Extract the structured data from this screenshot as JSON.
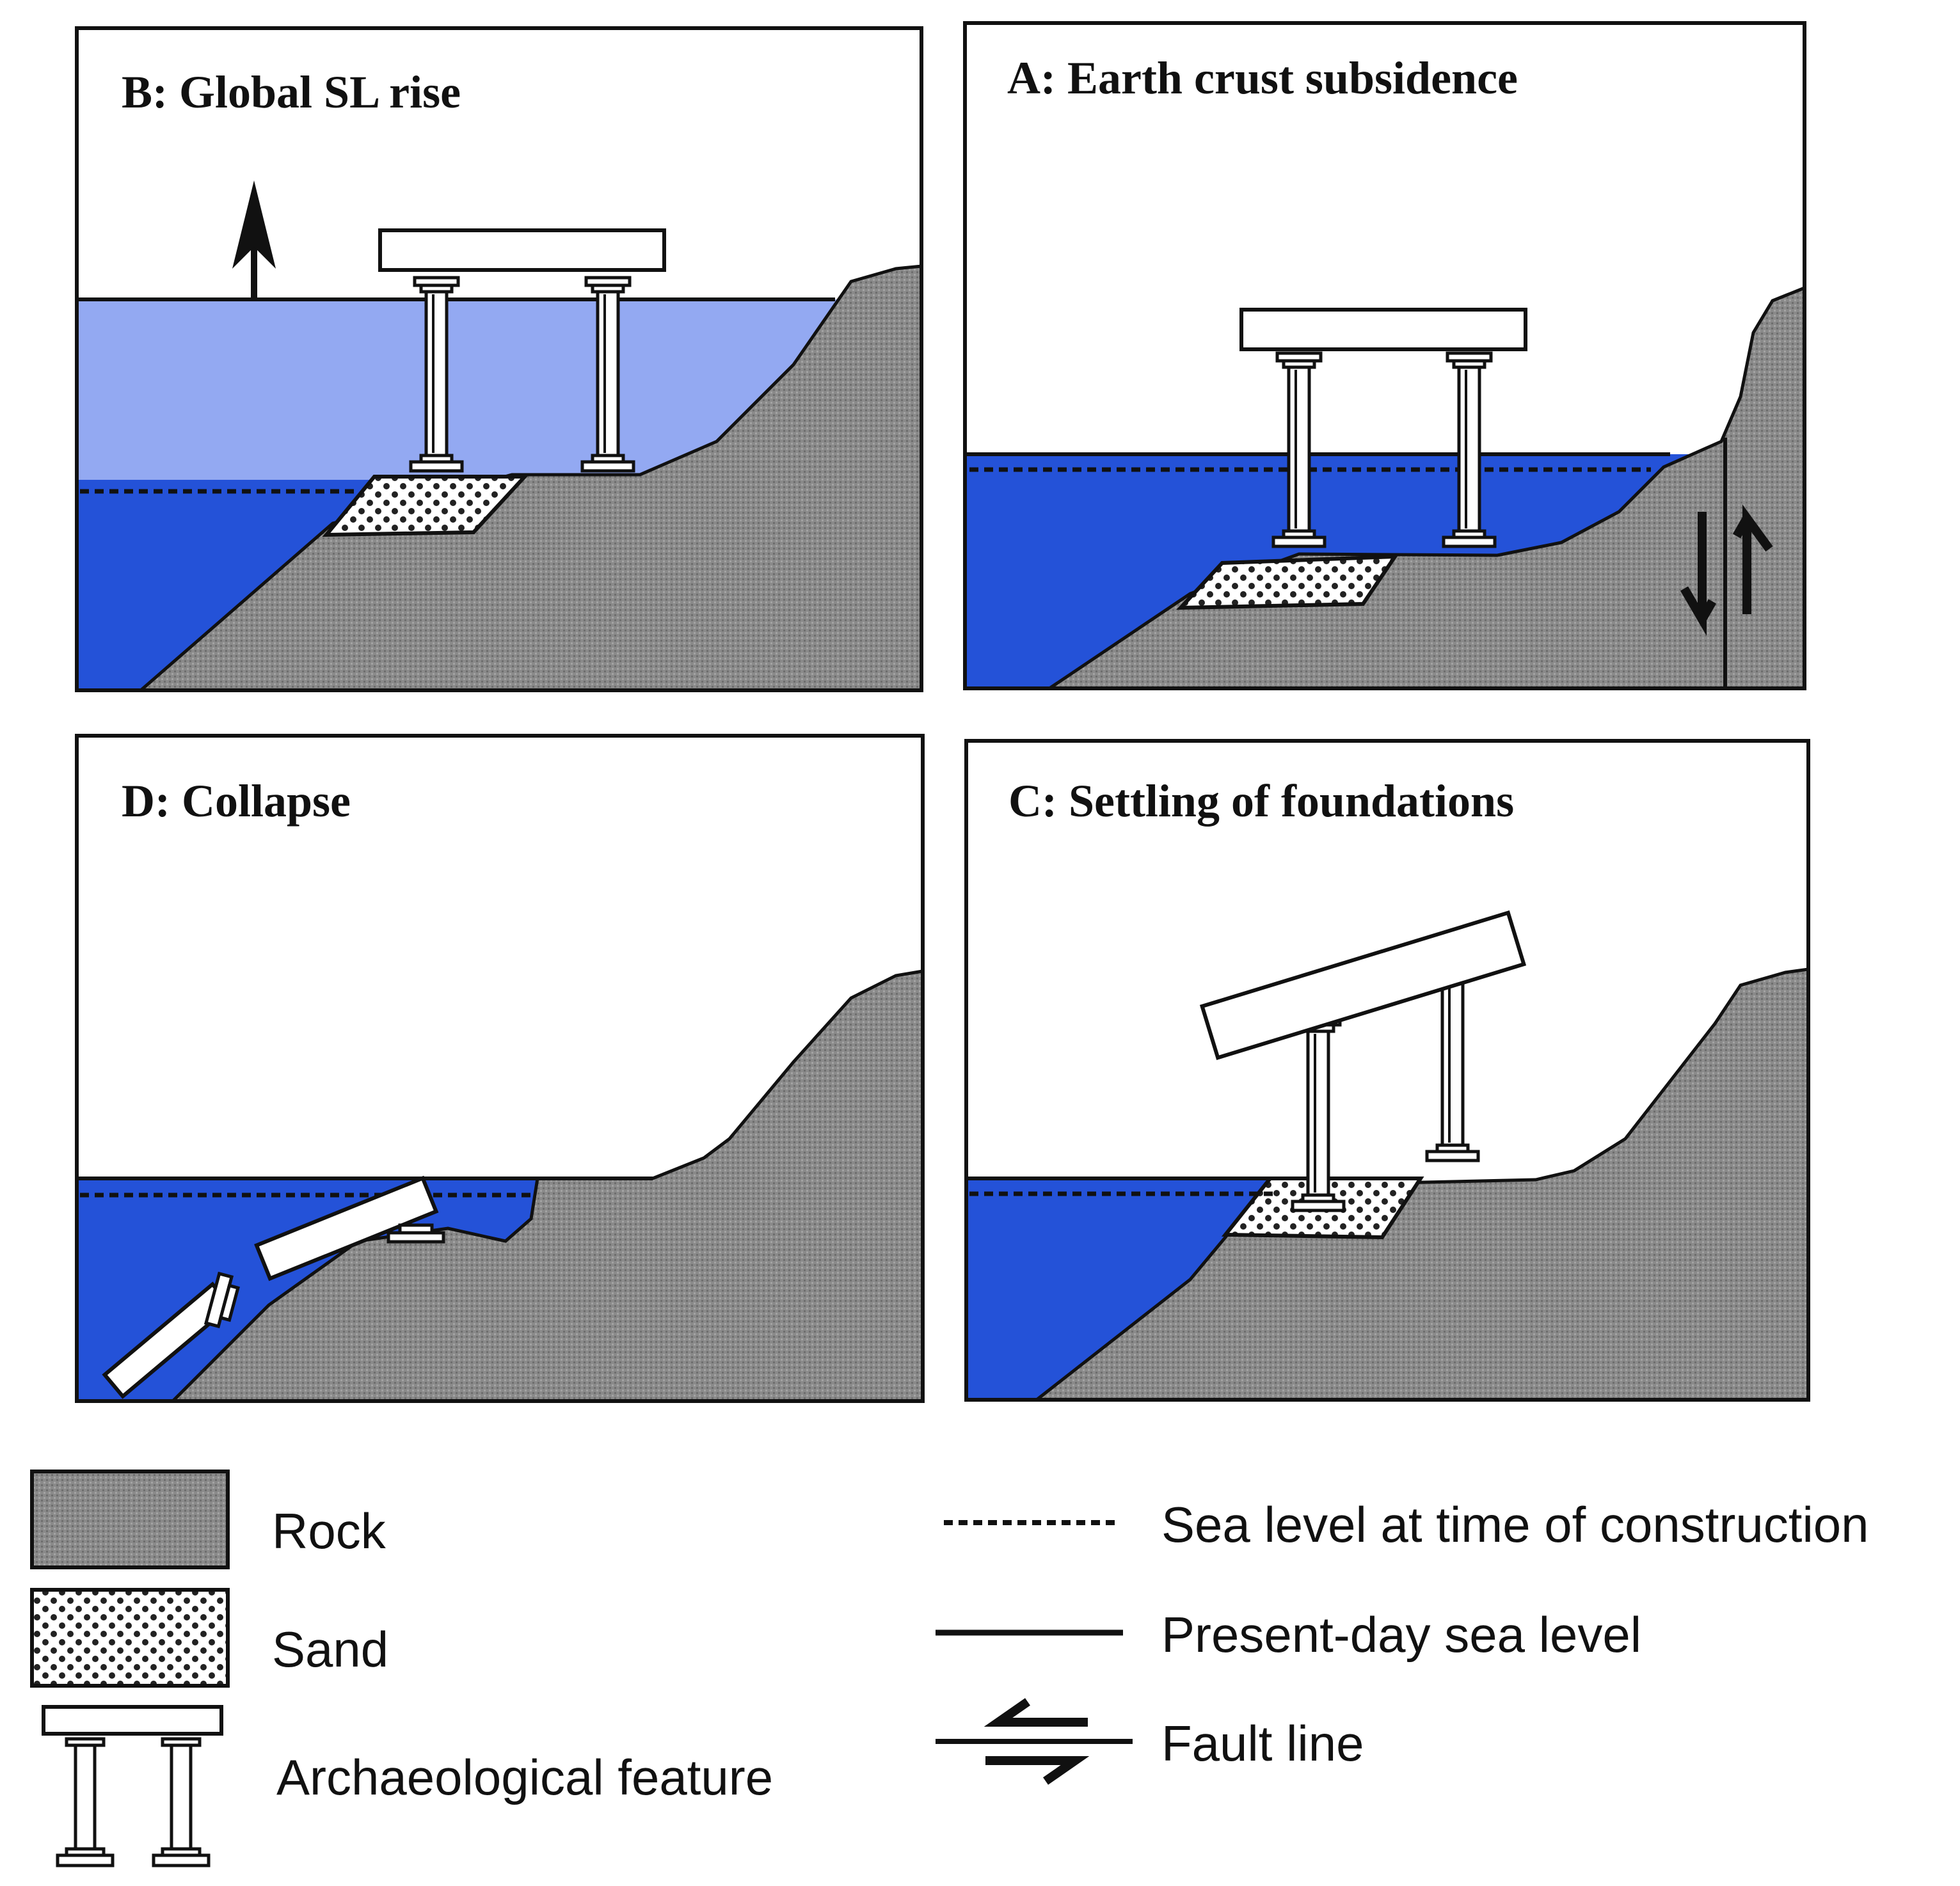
{
  "panels": {
    "b": {
      "title": "B: Global SL rise"
    },
    "a": {
      "title": "A: Earth crust subsidence"
    },
    "d": {
      "title": "D: Collapse"
    },
    "c": {
      "title": "C: Settling of foundations"
    }
  },
  "legend": {
    "rock": "Rock",
    "sand": "Sand",
    "feature": "Archaeological feature",
    "sl_construction": "Sea level at time of construction",
    "sl_present": "Present-day sea level",
    "fault": "Fault line"
  },
  "colors": {
    "deep_water": "#2452d8",
    "light_water": "#93a9f2",
    "rock": "#888888",
    "sand": "#ffffff",
    "outline": "#111111"
  }
}
